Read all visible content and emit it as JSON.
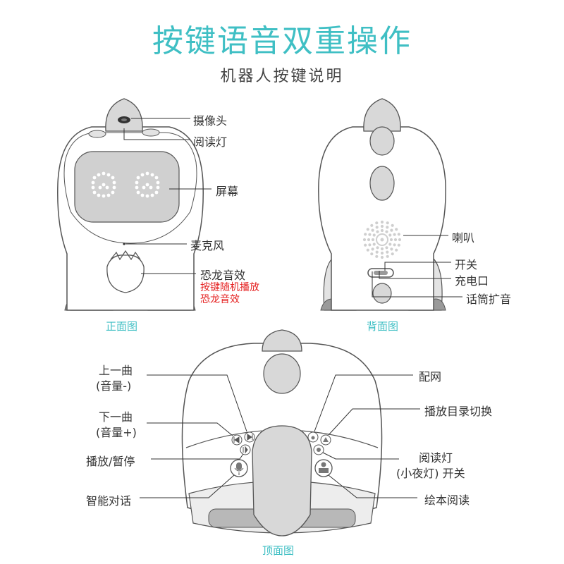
{
  "title": "按键语音双重操作",
  "subtitle": "机器人按键说明",
  "colors": {
    "accent": "#3fbfc4",
    "warning": "#e52222",
    "body_fill": "#e3e3e3",
    "dark_fill": "#c8c8c8"
  },
  "front": {
    "caption": "正面图",
    "labels": {
      "camera": "摄像头",
      "reading_light": "阅读灯",
      "screen": "屏幕",
      "microphone": "麦克风",
      "dino_sound": "恐龙音效",
      "dino_note_1": "按键随机播放",
      "dino_note_2": "恐龙音效"
    }
  },
  "back": {
    "caption": "背面图",
    "labels": {
      "speaker": "喇叭",
      "switch": "开关",
      "charging_port": "充电口",
      "mic_amplify": "话筒扩音"
    }
  },
  "top": {
    "caption": "顶面图",
    "left_labels": {
      "prev_1": "上一曲",
      "prev_2": "(音量-)",
      "next_1": "下一曲",
      "next_2": "(音量+)",
      "play_pause": "播放/暂停",
      "smart_chat": "智能对话"
    },
    "right_labels": {
      "network": "配网",
      "switch_dir": "播放目录切换",
      "night_light_1": "阅读灯",
      "night_light_2": "(小夜灯) 开关",
      "picture_book": "绘本阅读"
    }
  }
}
